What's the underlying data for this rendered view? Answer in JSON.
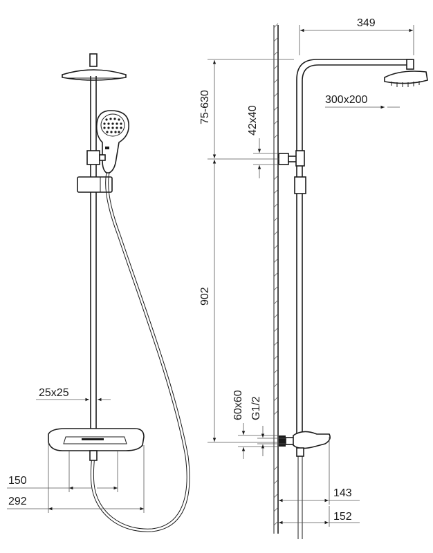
{
  "diagram": {
    "front_view": {
      "dimensions": {
        "pipe_section": "25x25",
        "mixer_width": "150",
        "overall_width": "292"
      }
    },
    "side_view": {
      "dimensions": {
        "arm_length": "349",
        "head_size": "300x200",
        "height_adjust": "75-630",
        "bracket_size": "42x40",
        "pipe_length": "902",
        "plate_size": "60x60",
        "thread": "G1/2",
        "mixer_depth": "143",
        "base_depth": "152"
      }
    },
    "colors": {
      "line": "#1a1a1a",
      "background": "#ffffff"
    }
  }
}
